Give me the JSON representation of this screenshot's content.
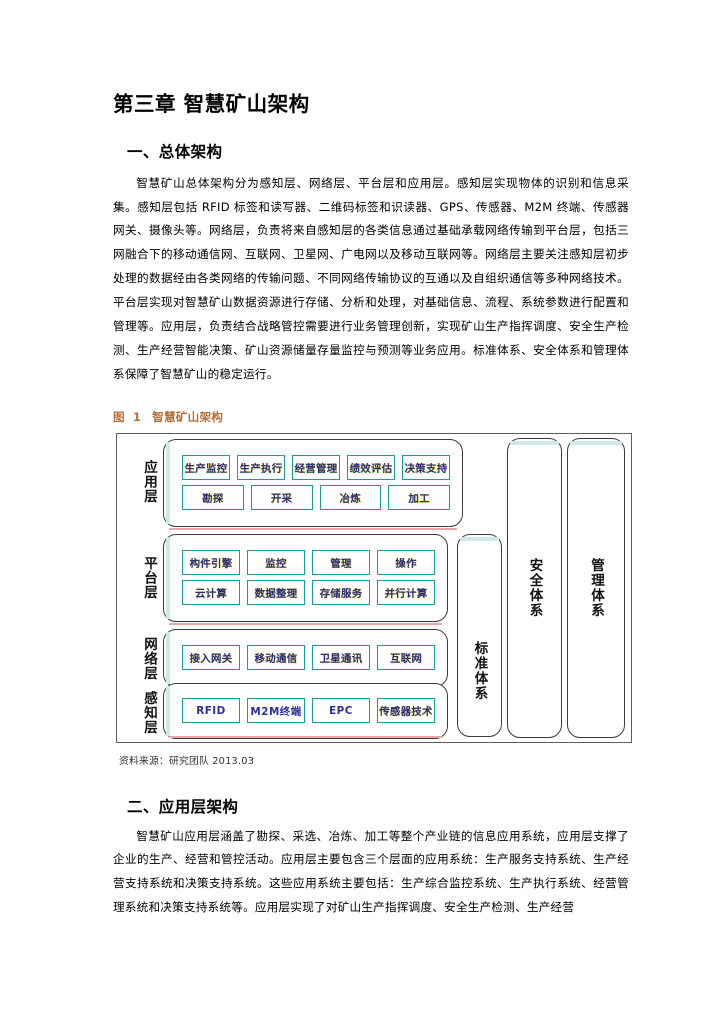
{
  "document": {
    "chapter_title": "第三章 智慧矿山架构",
    "sections": [
      {
        "heading": "一、总体架构",
        "paragraph": "智慧矿山总体架构分为感知层、网络层、平台层和应用层。感知层实现物体的识别和信息采集。感知层包括 RFID 标签和读写器、二维码标签和识读器、GPS、传感器、M2M 终端、传感器网关、摄像头等。网络层，负责将来自感知层的各类信息通过基础承载网络传输到平台层，包括三网融合下的移动通信网、互联网、卫星网、广电网以及移动互联网等。网络层主要关注感知层初步处理的数据经由各类网络的传输问题、不同网络传输协议的互通以及自组织通信等多种网络技术。平台层实现对智慧矿山数据资源进行存储、分析和处理，对基础信息、流程、系统参数进行配置和管理等。应用层，负责结合战略管控需要进行业务管理创新，实现矿山生产指挥调度、安全生产检测、生产经营智能决策、矿山资源储量存量监控与预测等业务应用。标准体系、安全体系和管理体系保障了智慧矿山的稳定运行。"
      },
      {
        "heading": "二、应用层架构",
        "paragraph": "智慧矿山应用层涵盖了勘探、采选、冶炼、加工等整个产业链的信息应用系统，应用层支撑了企业的生产、经营和管控活动。应用层主要包含三个层面的应用系统：生产服务支持系统、生产经营支持系统和决策支持系统。这些应用系统主要包括：生产综合监控系统、生产执行系统、经营管理系统和决策支持系统等。应用层实现了对矿山生产指挥调度、安全生产检测、生产经营"
      }
    ]
  },
  "figure": {
    "caption_prefix": "图",
    "caption_number": "1",
    "caption_title": "智慧矿山架构",
    "source_note": "资料来源：研究团队 2013.03",
    "caption_color": "#b3703a",
    "node_border_color": "#1a9e92",
    "node_text_color": "#2b2f7a",
    "separator_color": "#e8a7a7",
    "layers": [
      {
        "label": "应用层",
        "rows": [
          [
            "生产监控",
            "生产执行",
            "经营管理",
            "绩效评估",
            "决策支持"
          ],
          [
            "勘探",
            "开采",
            "冶炼",
            "加工"
          ]
        ]
      },
      {
        "label": "平台层",
        "rows": [
          [
            "构件引擎",
            "监控",
            "管理",
            "操作"
          ],
          [
            "云计算",
            "数据整理",
            "存储服务",
            "并行计算"
          ]
        ]
      },
      {
        "label": "网络层",
        "rows": [
          [
            "接入网关",
            "移动通信",
            "卫星通讯",
            "互联网"
          ]
        ]
      },
      {
        "label": "感知层",
        "rows": [
          [
            "RFID",
            "M2M终端",
            "EPC",
            "传感器技术"
          ]
        ]
      }
    ],
    "vertical_systems": [
      "标准体系",
      "安全体系",
      "管理体系"
    ]
  }
}
